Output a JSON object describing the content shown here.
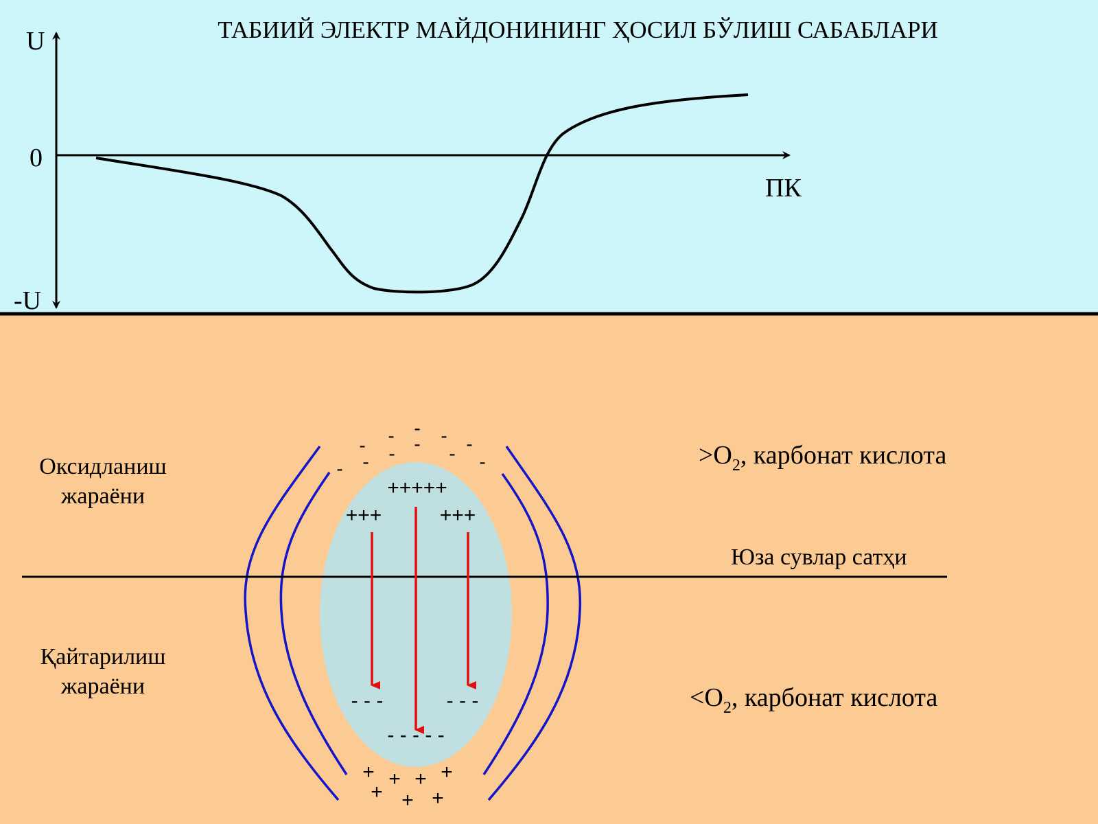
{
  "title": "ТАБИИЙ ЭЛЕКТР МАЙДОНИНИНГ ҲОСИЛ БЎЛИШ САБАБЛАРИ",
  "colors": {
    "sky": "#cdf6fb",
    "ground": "#fccb93",
    "ore_body": "#bfdfe0",
    "field_lines": "#1414c8",
    "current_arrows": "#e01010",
    "axes": "#000000"
  },
  "graph": {
    "y_top_label": "U",
    "y_bottom_label": "-U",
    "zero_label": "0",
    "x_label": "ПК"
  },
  "section": {
    "oxidation_line1": "Оксидланиш",
    "oxidation_line2": "жараёни",
    "reduction_line1": "Қайтарилиш",
    "reduction_line2": "жараёни",
    "groundwater_label": "Юза сувлар сатҳи",
    "upper_env": {
      "prefix": ">O",
      "sub": "2",
      "suffix": ", карбонат кислота"
    },
    "lower_env": {
      "prefix": "<O",
      "sub": "2",
      "suffix": ", карбонат кислота"
    },
    "charges": {
      "top_center_plus": "+++++",
      "top_left_plus": "+++",
      "top_right_plus": "+++",
      "bottom_left_minus": "- - -",
      "bottom_right_minus": "- - -",
      "bottom_center_minus": "- - - - -",
      "outer_minus": "-",
      "outer_plus": "+"
    }
  }
}
